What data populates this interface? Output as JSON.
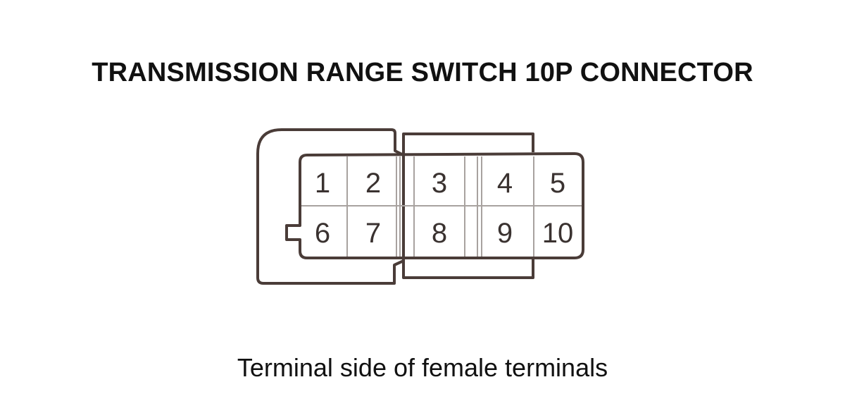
{
  "title": "TRANSMISSION RANGE SWITCH 10P CONNECTOR",
  "caption": "Terminal side of female terminals",
  "colors": {
    "outline": "#4a3c38",
    "divider": "#a8a29f",
    "text": "#111111",
    "pin_text": "#3a3230"
  },
  "connector": {
    "pin_count": 10,
    "rows": [
      {
        "pins": [
          "1",
          "2",
          "3",
          "4",
          "5"
        ]
      },
      {
        "pins": [
          "6",
          "7",
          "8",
          "9",
          "10"
        ]
      }
    ]
  }
}
